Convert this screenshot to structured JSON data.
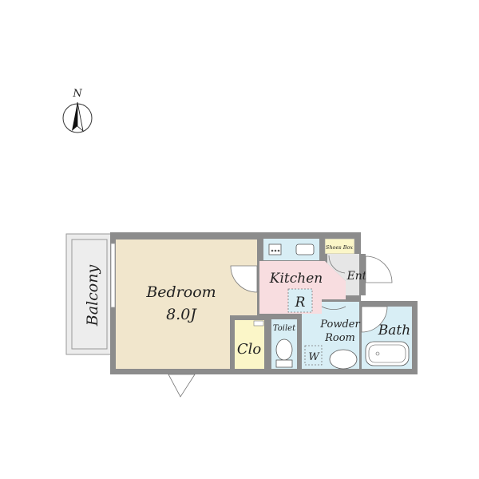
{
  "compass": {
    "label": "N"
  },
  "rooms": {
    "balcony": "Balcony",
    "bedroom": "Bedroom",
    "bedroom_size": "8.0J",
    "closet": "Clo",
    "kitchen": "Kitchen",
    "refrigerator": "R",
    "shoes_box": "Shoes Box",
    "entrance": "Ent",
    "toilet": "Toilet",
    "powder_room_line1": "Powder",
    "powder_room_line2": "Room",
    "washer": "W",
    "bath": "Bath"
  },
  "colors": {
    "wall": "#8c8c8c",
    "bedroom": "#f1e6cc",
    "closet": "#fbf6c8",
    "kitchen": "#f8dde0",
    "wet_area": "#d8eef5",
    "shoes_box": "#fbf6c8",
    "entrance": "#e6e6e6"
  }
}
